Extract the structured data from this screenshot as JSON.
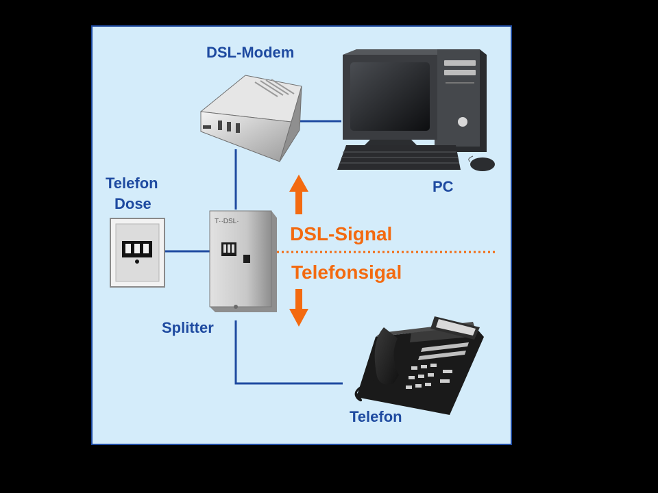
{
  "labels": {
    "dsl_modem": "DSL-Modem",
    "pc": "PC",
    "telefon_dose_line1": "Telefon",
    "telefon_dose_line2": "Dose",
    "splitter": "Splitter",
    "dsl_signal": "DSL-Signal",
    "telefonsignal": "Telefonsigal",
    "telefon": "Telefon"
  },
  "device_markings": {
    "splitter_brand": "T··DSL·"
  },
  "colors": {
    "background": "#000000",
    "panel": "#d4ecfa",
    "panel_border": "#1e4aa0",
    "connection_line": "#1e4aa0",
    "label_text": "#1e4aa0",
    "signal_accent": "#f36a10"
  },
  "icons": [
    "dsl-modem-icon",
    "pc-computer-icon",
    "telefon-dose-icon",
    "splitter-icon",
    "telephone-icon",
    "arrow-up-icon",
    "arrow-down-icon"
  ]
}
